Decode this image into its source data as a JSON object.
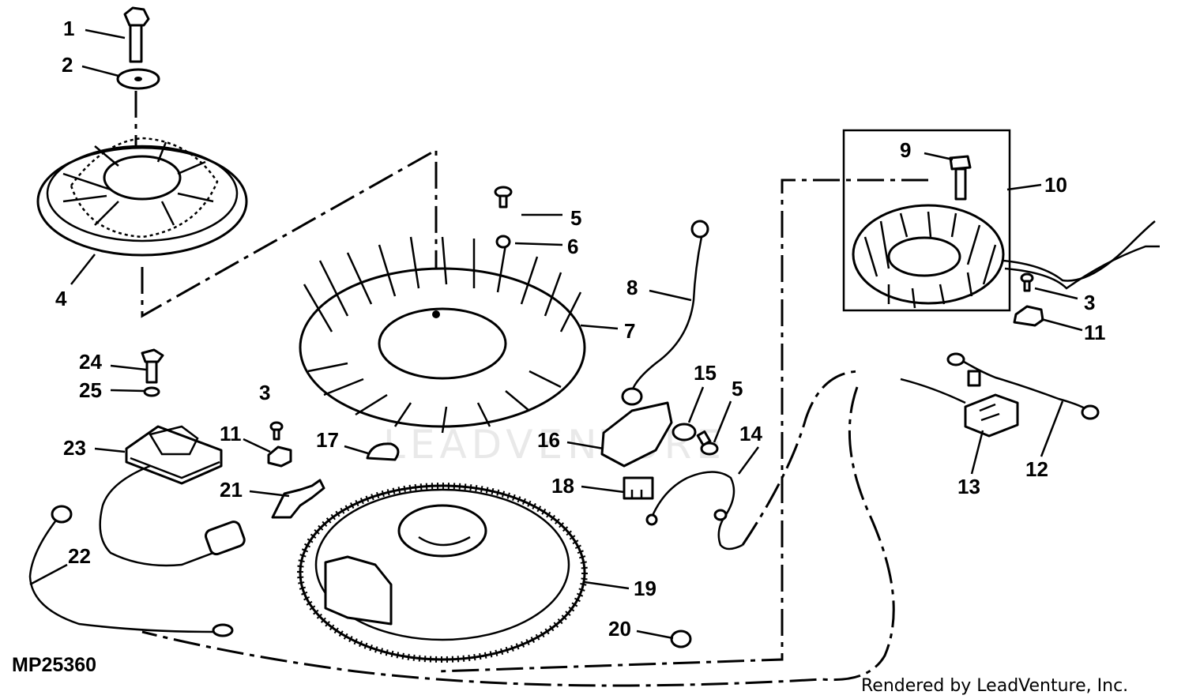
{
  "drawing_id": "MP25360",
  "credit": "Rendered by LeadVenture, Inc.",
  "watermark": "LEADVENTURE",
  "callouts": [
    "1",
    "2",
    "4",
    "5",
    "6",
    "7",
    "8",
    "9",
    "10",
    "3",
    "11",
    "24",
    "25",
    "23",
    "3",
    "11",
    "17",
    "15",
    "5",
    "16",
    "14",
    "13",
    "12",
    "21",
    "18",
    "22",
    "19",
    "20"
  ]
}
